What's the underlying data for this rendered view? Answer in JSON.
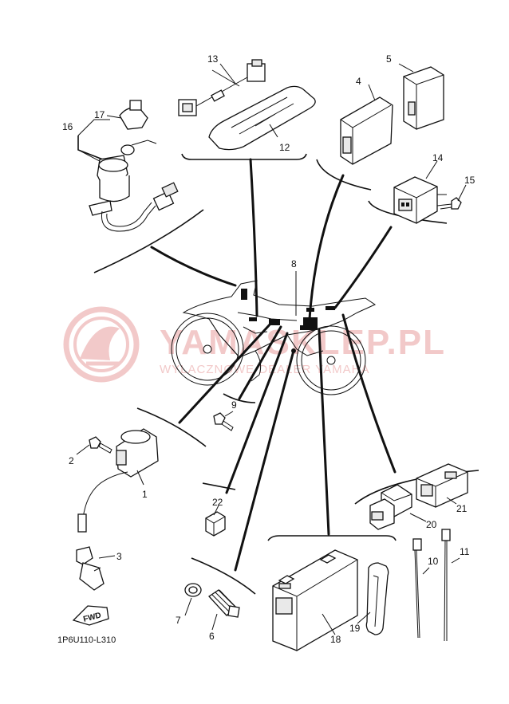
{
  "watermark": {
    "brand": "YAMASKLEP.PL",
    "tagline": "WYLACZNOWE DEALER YAMAHA"
  },
  "diagram_code": "1P6U110-L310",
  "fwd_label": "FWD",
  "callouts": {
    "c1": "1",
    "c2": "2",
    "c3": "3",
    "c4": "4",
    "c5": "5",
    "c6": "6",
    "c7": "7",
    "c8": "8",
    "c9": "9",
    "c10": "10",
    "c11": "11",
    "c12": "12",
    "c13": "13",
    "c14": "14",
    "c15": "15",
    "c16": "16",
    "c17": "17",
    "c18": "18",
    "c19": "19",
    "c20": "20",
    "c21": "21",
    "c22": "22"
  }
}
